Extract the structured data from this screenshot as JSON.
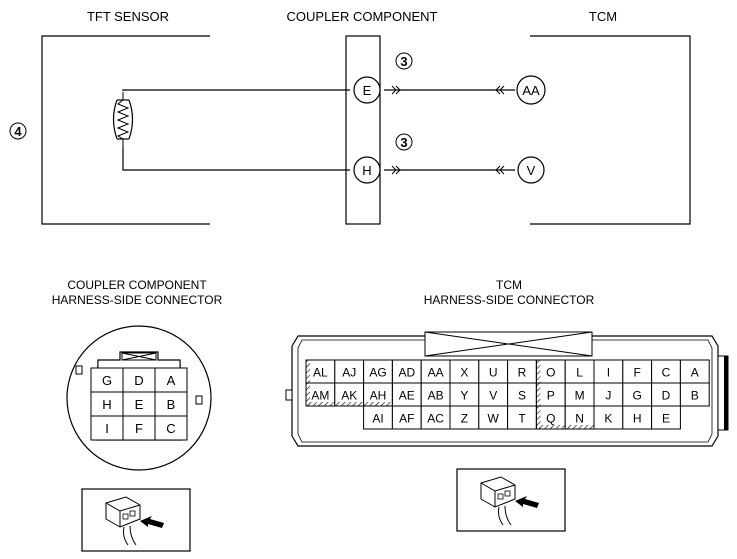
{
  "headings": {
    "tft_sensor": "TFT SENSOR",
    "coupler_component": "COUPLER COMPONENT",
    "tcm": "TCM"
  },
  "callouts": {
    "sensor_ref": "4",
    "wire_top_ref": "3",
    "wire_bottom_ref": "3"
  },
  "coupler_pins": {
    "top": "E",
    "bottom": "H"
  },
  "tcm_pins": {
    "top": "AA",
    "bottom": "V"
  },
  "coupler_connector": {
    "title_line1": "COUPLER COMPONENT",
    "title_line2": "HARNESS-SIDE CONNECTOR",
    "rows": [
      [
        "G",
        "D",
        "A"
      ],
      [
        "H",
        "E",
        "B"
      ],
      [
        "I",
        "F",
        "C"
      ]
    ]
  },
  "tcm_connector": {
    "title_line1": "TCM",
    "title_line2": "HARNESS-SIDE CONNECTOR",
    "rows": [
      [
        "AL",
        "AJ",
        "AG",
        "AD",
        "AA",
        "X",
        "U",
        "R",
        "O",
        "L",
        "I",
        "F",
        "C",
        "A"
      ],
      [
        "AM",
        "AK",
        "AH",
        "AE",
        "AB",
        "Y",
        "V",
        "S",
        "P",
        "M",
        "J",
        "G",
        "D",
        "B"
      ],
      [
        "AI",
        "AF",
        "AC",
        "Z",
        "W",
        "T",
        "Q",
        "N",
        "K",
        "H",
        "E"
      ]
    ]
  }
}
